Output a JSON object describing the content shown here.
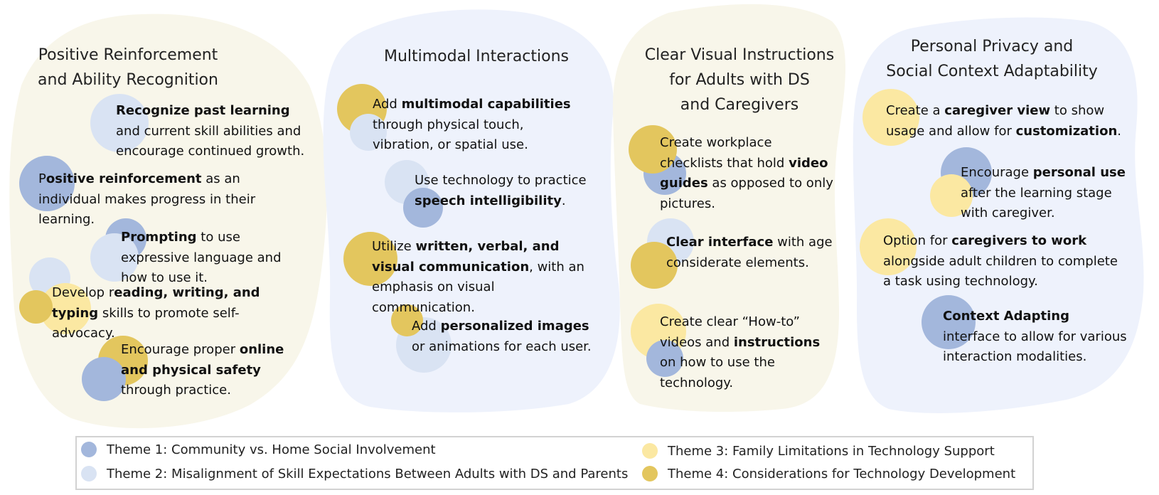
{
  "columns": [
    {
      "title": [
        "Positive Reinforcement",
        "and Ability Recognition"
      ],
      "items": [
        [
          {
            "t": "Recognize past learning",
            "b": true
          },
          {
            "t": " and current skill abilities and encourage continued growth.",
            "b": false
          }
        ],
        [
          {
            "t": "P",
            "b": false
          },
          {
            "t": "ositive reinforcement",
            "b": true
          },
          {
            "t": " as an individual makes progress in their learning.",
            "b": false
          }
        ],
        [
          {
            "t": "Prompting",
            "b": true
          },
          {
            "t": " to use expressive language and how to use it.",
            "b": false
          }
        ],
        [
          {
            "t": "Develop r",
            "b": false
          },
          {
            "t": "eading, writing, and typing",
            "b": true
          },
          {
            "t": " skills to promote self-advocacy.",
            "b": false
          }
        ],
        [
          {
            "t": "Encourage proper ",
            "b": false
          },
          {
            "t": "online and physical safety",
            "b": true
          },
          {
            "t": " through practice.",
            "b": false
          }
        ]
      ]
    },
    {
      "title": [
        "Multimodal Interactions"
      ],
      "items": [
        [
          {
            "t": "Add ",
            "b": false
          },
          {
            "t": "multimodal capabilities",
            "b": true
          },
          {
            "t": " through physical touch, vibration, or spatial use.",
            "b": false
          }
        ],
        [
          {
            "t": "Use technology to practice ",
            "b": false
          },
          {
            "t": "speech intelligibility",
            "b": true
          },
          {
            "t": ".",
            "b": false
          }
        ],
        [
          {
            "t": "Utilize ",
            "b": false
          },
          {
            "t": "written, verbal, and visual communication",
            "b": true
          },
          {
            "t": ", with an emphasis on visual communication.",
            "b": false
          }
        ],
        [
          {
            "t": "Add ",
            "b": false
          },
          {
            "t": "personalized images",
            "b": true
          },
          {
            "t": " or animations for each user.",
            "b": false
          }
        ]
      ]
    },
    {
      "title": [
        "Clear Visual Instructions",
        "for Adults with DS",
        "and Caregivers"
      ],
      "items": [
        [
          {
            "t": "Create workplace checklists that hold ",
            "b": false
          },
          {
            "t": "video guides",
            "b": true
          },
          {
            "t": " as opposed to only pictures.",
            "b": false
          }
        ],
        [
          {
            "t": "Clear interface",
            "b": true
          },
          {
            "t": " with age considerate elements.",
            "b": false
          }
        ],
        [
          {
            "t": "Create clear “How-to” videos and ",
            "b": false
          },
          {
            "t": "instructions",
            "b": true
          },
          {
            "t": " on how to use the technology.",
            "b": false
          }
        ]
      ]
    },
    {
      "title": [
        "Personal Privacy and",
        "Social Context Adaptability"
      ],
      "items": [
        [
          {
            "t": "Create a ",
            "b": false
          },
          {
            "t": "caregiver view",
            "b": true
          },
          {
            "t": " to show usage and allow for ",
            "b": false
          },
          {
            "t": "customization",
            "b": true
          },
          {
            "t": ".",
            "b": false
          }
        ],
        [
          {
            "t": "Encourage ",
            "b": false
          },
          {
            "t": "personal use",
            "b": true
          },
          {
            "t": " after the learning stage with caregiver.",
            "b": false
          }
        ],
        [
          {
            "t": "Option for ",
            "b": false
          },
          {
            "t": "caregivers to work",
            "b": true
          },
          {
            "t": " alongside adult children to complete a task using technology.",
            "b": false
          }
        ],
        [
          {
            "t": "Context Adapting",
            "b": true
          },
          {
            "t": " interface to allow for various interaction modalities.",
            "b": false
          }
        ]
      ]
    }
  ],
  "legend": [
    {
      "theme": 1,
      "label": "Theme 1: Community vs. Home Social Involvement"
    },
    {
      "theme": 2,
      "label": "Theme 2: Misalignment of Skill Expectations Between Adults with DS and Parents"
    },
    {
      "theme": 3,
      "label": "Theme 3: Family Limitations in Technology Support"
    },
    {
      "theme": 4,
      "label": "Theme 4: Considerations for Technology Development"
    }
  ],
  "theme_colors": {
    "1": "#a3b7dc",
    "2": "#d9e3f3",
    "3": "#fbe8a2",
    "4": "#e3c65e"
  },
  "blob_colors": {
    "cream": "#f8f6ea",
    "blue": "#eef2fc"
  }
}
